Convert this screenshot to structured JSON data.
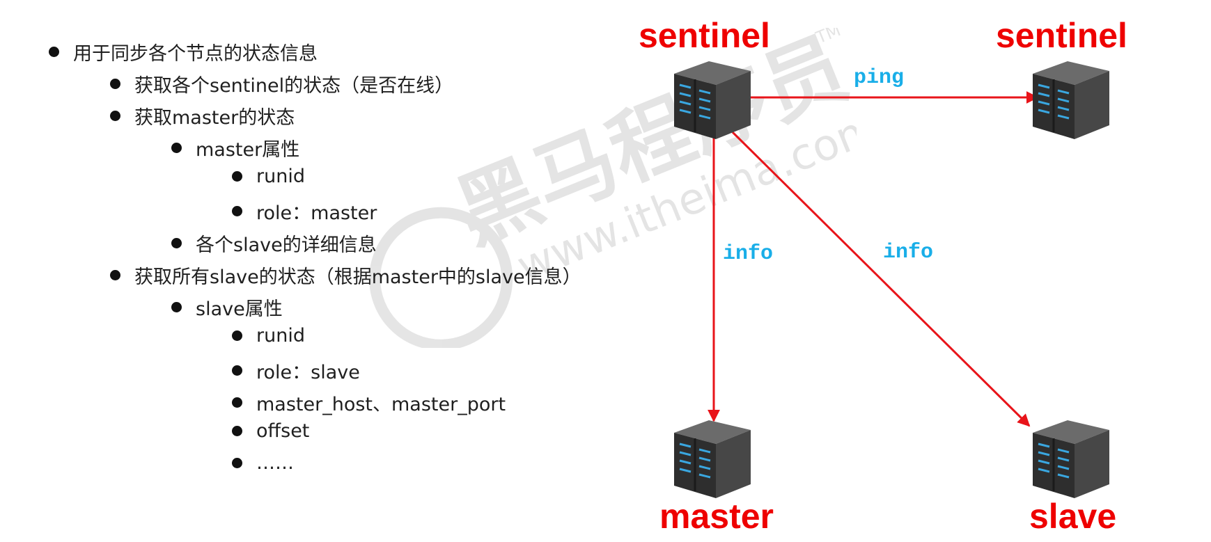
{
  "bullet_list": {
    "items": [
      {
        "level": 0,
        "text": "用于同步各个节点的状态信息"
      },
      {
        "level": 1,
        "text": "获取各个sentinel的状态（是否在线）"
      },
      {
        "level": 1,
        "text": "获取master的状态"
      },
      {
        "level": 2,
        "text": "master属性"
      },
      {
        "level": 3,
        "text": "runid"
      },
      {
        "level": 3,
        "text": "role：master"
      },
      {
        "level": 2,
        "text": "各个slave的详细信息"
      },
      {
        "level": 1,
        "text": "获取所有slave的状态（根据master中的slave信息）"
      },
      {
        "level": 2,
        "text": "slave属性"
      },
      {
        "level": 3,
        "text": "runid"
      },
      {
        "level": 3,
        "text": "role：slave"
      },
      {
        "level": 3,
        "text": "master_host、master_port"
      },
      {
        "level": 3,
        "text": "offset"
      },
      {
        "level": 3,
        "text": "……"
      }
    ]
  },
  "diagram": {
    "nodes": {
      "sentinel_left": {
        "label": "sentinel",
        "icon": "server-rack-icon"
      },
      "sentinel_right": {
        "label": "sentinel",
        "icon": "server-rack-icon"
      },
      "master": {
        "label": "master",
        "icon": "server-rack-icon"
      },
      "slave": {
        "label": "slave",
        "icon": "server-rack-icon"
      }
    },
    "edges": {
      "ping": {
        "label": "ping",
        "from": "sentinel_left",
        "to": "sentinel_right"
      },
      "info_master": {
        "label": "info",
        "from": "sentinel_left",
        "to": "master"
      },
      "info_slave": {
        "label": "info",
        "from": "sentinel_left",
        "to": "slave"
      }
    }
  },
  "watermark": {
    "brand": "黑马程序员",
    "tm": "TM",
    "url": "www.itheima.com"
  },
  "colors": {
    "node_label": "#ee0000",
    "edge": "#e8141a",
    "edge_label": "#19aee8",
    "bullet_text": "#1f1f1f"
  }
}
